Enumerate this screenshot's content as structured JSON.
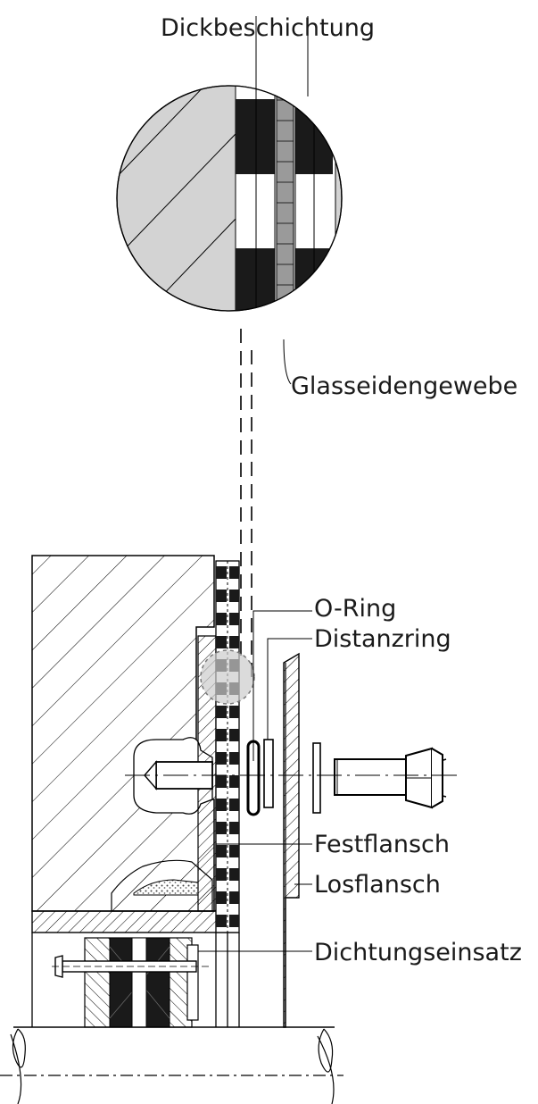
{
  "labels": {
    "dickbeschichtung": "Dickbeschichtung",
    "glasseidengewebe": "Glasseidengewebe",
    "o_ring": "O-Ring",
    "distanzring": "Distanzring",
    "festflansch": "Festflansch",
    "losflansch": "Losflansch",
    "dichtungseinsatz": "Dichtungseinsatz"
  },
  "colors": {
    "line": "#000000",
    "detail_fill": "#d3d3d3",
    "coating": "#1a1a1a",
    "fabric": "#9a9a9a",
    "highlight_circle": "#cccccc"
  }
}
